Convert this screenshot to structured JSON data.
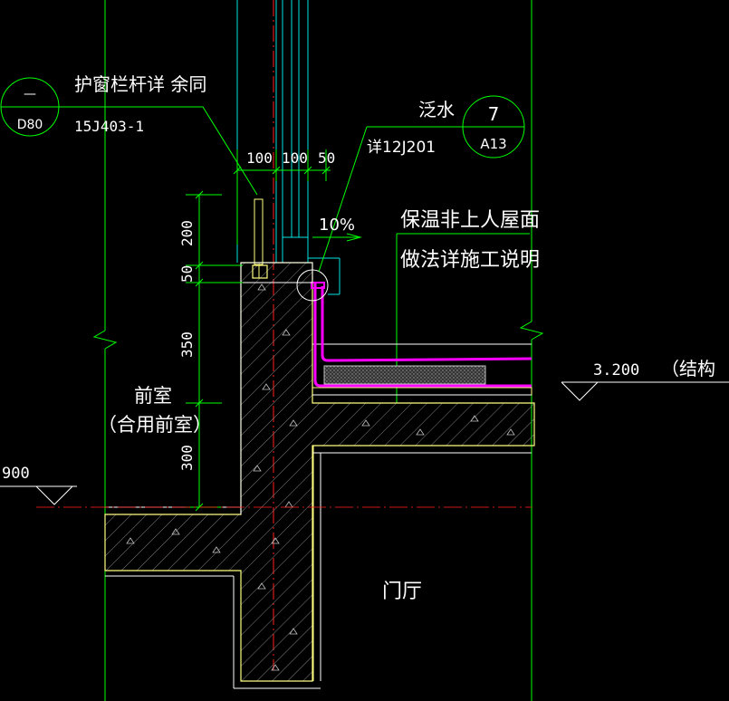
{
  "colors": {
    "background": "#000000",
    "green": "#00ff00",
    "cyan": "#00e5e5",
    "yellow": "#ffff80",
    "magenta": "#ff00ff",
    "red": "#ff2020",
    "white": "#ffffff",
    "gray": "#808080"
  },
  "labels": {
    "guard_note": "护窗栏杆详 余同",
    "guard_ref_sheet": "15J403-1",
    "bubble1_top": "—",
    "bubble1_bottom": "D80",
    "flashing": "泛水",
    "flashing_ref": "详12J201",
    "bubble2_top": "7",
    "bubble2_bottom": "A13",
    "slope": "10%",
    "roof_note_line1": "保温非上人屋面",
    "roof_note_line2": "做法详施工说明",
    "elevation_right": "3.200",
    "elevation_right_suffix": "（结构",
    "elevation_left": "900",
    "room1_line1": "前室",
    "room1_line2": "（合用前室）",
    "room2": "门厅"
  },
  "dimensions": {
    "horizontal": [
      "100",
      "100",
      "50"
    ],
    "vertical": [
      "200",
      "50",
      "350",
      "300"
    ]
  }
}
